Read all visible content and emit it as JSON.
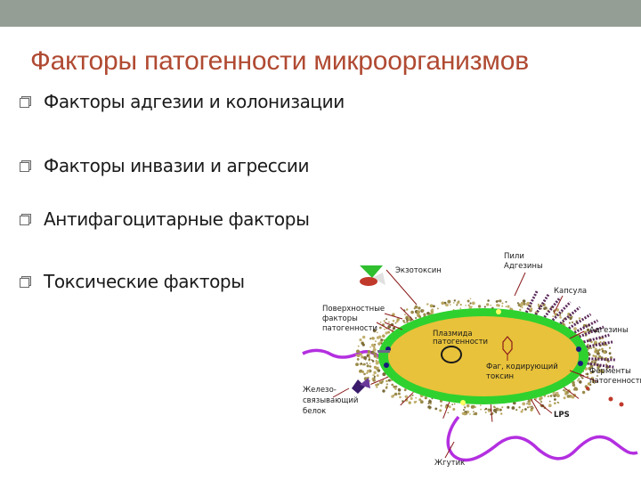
{
  "slide": {
    "title": "Факторы патогенности микроорганизмов",
    "bullets": [
      "Факторы адгезии и колонизации",
      "Факторы инвазии и агрессии",
      "Антифагоцитарные факторы",
      "Токсические факторы"
    ]
  },
  "diagram": {
    "labels": {
      "exotoxin": "Экзотоксин",
      "pili_line1": "Пили",
      "pili_line2": "Адгезины",
      "capsule": "Капсула",
      "surface_line1": "Поверхностные",
      "surface_line2": "факторы",
      "surface_line3": "патогенности",
      "plasmid_line1": "Плазмида",
      "plasmid_line2": "патогенности",
      "adhesins": "Адгезины",
      "phage_line1": "Фаг, кодирующий",
      "phage_line2": "токсин",
      "iron_line1": "Железо-",
      "iron_line2": "связывающий",
      "iron_line3": "белок",
      "enzymes_line1": "Ферменты",
      "enzymes_line2": "патогенности",
      "lps": "LPS",
      "flagellum": "Жгутик"
    },
    "colors": {
      "title": "#b04a32",
      "topbar": "#959e95",
      "cytoplasm": "#e8c23a",
      "cell_wall": "#2fd12f",
      "flagellum": "#b32fe0",
      "capsule_dots": "#9a8a4a",
      "pili": "#5a2a5a",
      "pointer_lines": "#8b1a1a"
    }
  }
}
